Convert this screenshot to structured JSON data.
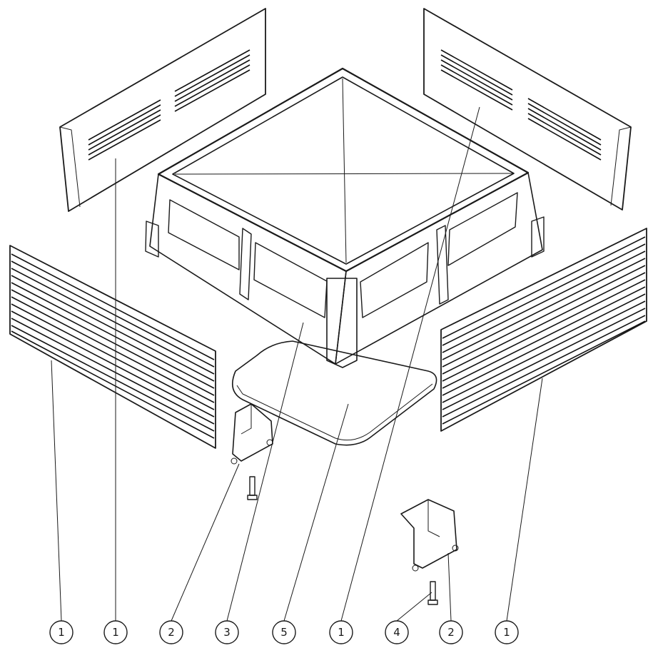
{
  "callouts": [
    {
      "label": "1"
    },
    {
      "label": "1"
    },
    {
      "label": "2"
    },
    {
      "label": "3"
    },
    {
      "label": "5"
    },
    {
      "label": "1"
    },
    {
      "label": "4"
    },
    {
      "label": "2"
    },
    {
      "label": "1"
    }
  ],
  "colors": {
    "line": "#1a1a1a",
    "background": "#ffffff"
  }
}
